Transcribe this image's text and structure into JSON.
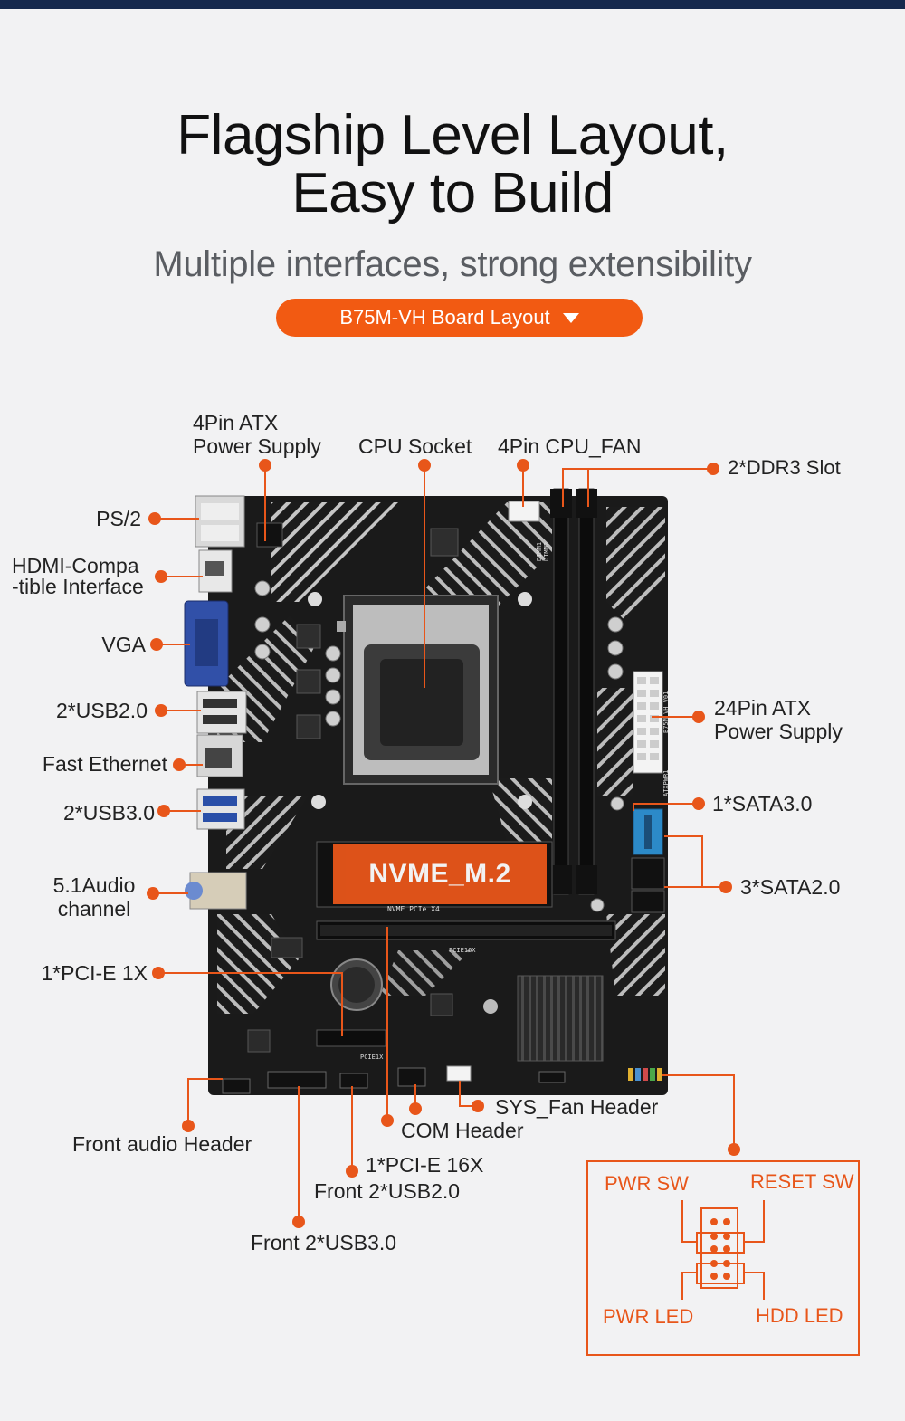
{
  "header": {
    "title_line1": "Flagship Level Layout,",
    "title_line2": "Easy to Build",
    "subtitle": "Multiple interfaces, strong extensibility",
    "pill_label": "B75M-VH  Board Layout"
  },
  "nvme_label": "NVME_M.2",
  "labels": {
    "atx4_l1": "4Pin ATX",
    "atx4_l2": "Power Supply",
    "cpu_socket": "CPU Socket",
    "cpu_fan": "4Pin CPU_FAN",
    "ddr3": "2*DDR3 Slot",
    "ps2": "PS/2",
    "hdmi_l1": "HDMI-Compa",
    "hdmi_l2": "-tible Interface",
    "vga": "VGA",
    "usb20": "2*USB2.0",
    "ethernet": "Fast  Ethernet",
    "usb30": "2*USB3.0",
    "audio_l1": "5.1Audio",
    "audio_l2": "channel",
    "pcie1x": "1*PCI-E 1X",
    "atx24_l1": "24Pin ATX",
    "atx24_l2": "Power Supply",
    "sata3": "1*SATA3.0",
    "sata2": "3*SATA2.0",
    "sys_fan": "SYS_Fan Header",
    "com": "COM Header",
    "front_audio": "Front audio Header",
    "pcie16x": "1*PCI-E 16X",
    "front_usb20": "Front 2*USB2.0",
    "front_usb30": "Front 2*USB3.0"
  },
  "panel_header": {
    "pwr_sw": "PWR SW",
    "reset_sw": "RESET SW",
    "pwr_led": "PWR LED",
    "hdd_led": "HDD  LED"
  },
  "board_silkscreen": {
    "nvme_pcie": "NVME PCIe X4",
    "pcie16x": "PCIE16X",
    "pcie1x": "PCIE1X",
    "dimm1": "DIMM1",
    "dimm2": "DIMM2",
    "atxpwr": "ATXPWR1",
    "model": "B75M_VH V01"
  },
  "colors": {
    "accent": "#e8561a",
    "pill": "#f25a12",
    "topbar": "#16294d",
    "board": "#1a1a1a"
  }
}
